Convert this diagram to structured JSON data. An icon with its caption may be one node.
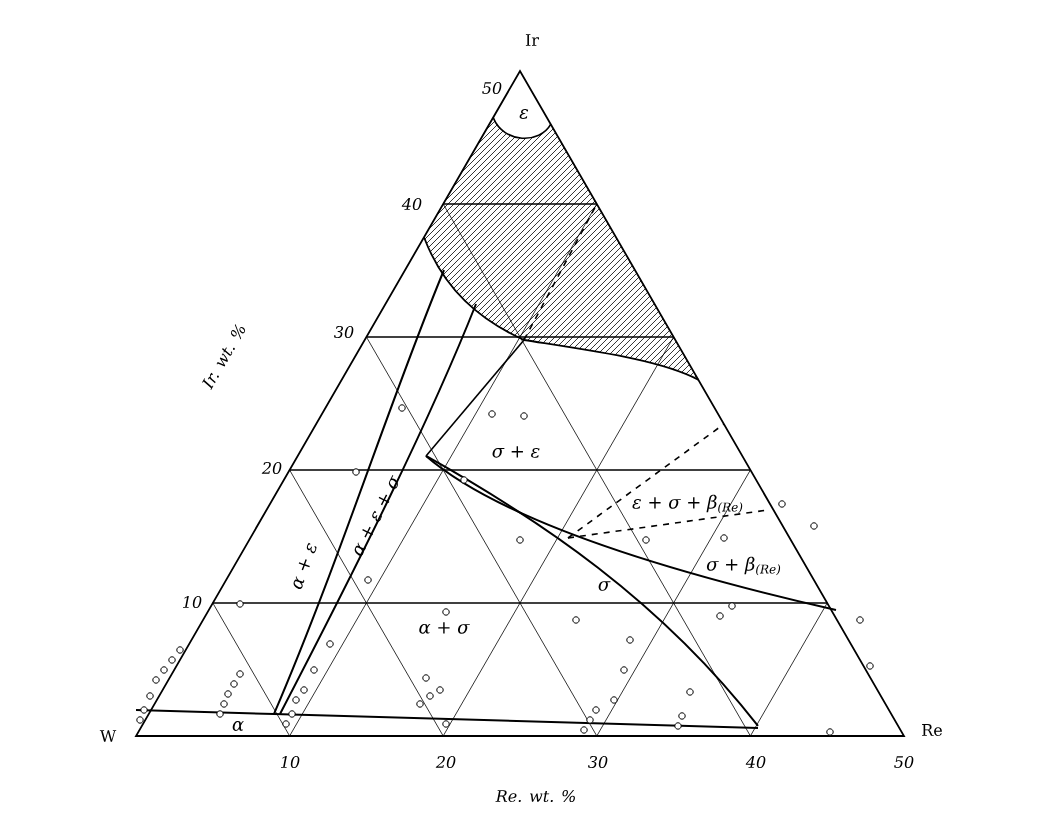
{
  "diagram": {
    "labels": [
      "Ir",
      "50",
      "ε",
      "40",
      "30",
      "Ir. wt. %",
      "σ + ε",
      "20",
      "ε + σ + β$_{(Re)}$",
      "α + ε + σ",
      "α + ε",
      "σ + β$_{(Re)}$",
      "σ",
      "10",
      "α + σ",
      "W",
      "α",
      "Re",
      "10",
      "20",
      "30",
      "40",
      "50",
      "Re. wt. %"
    ]
  }
}
